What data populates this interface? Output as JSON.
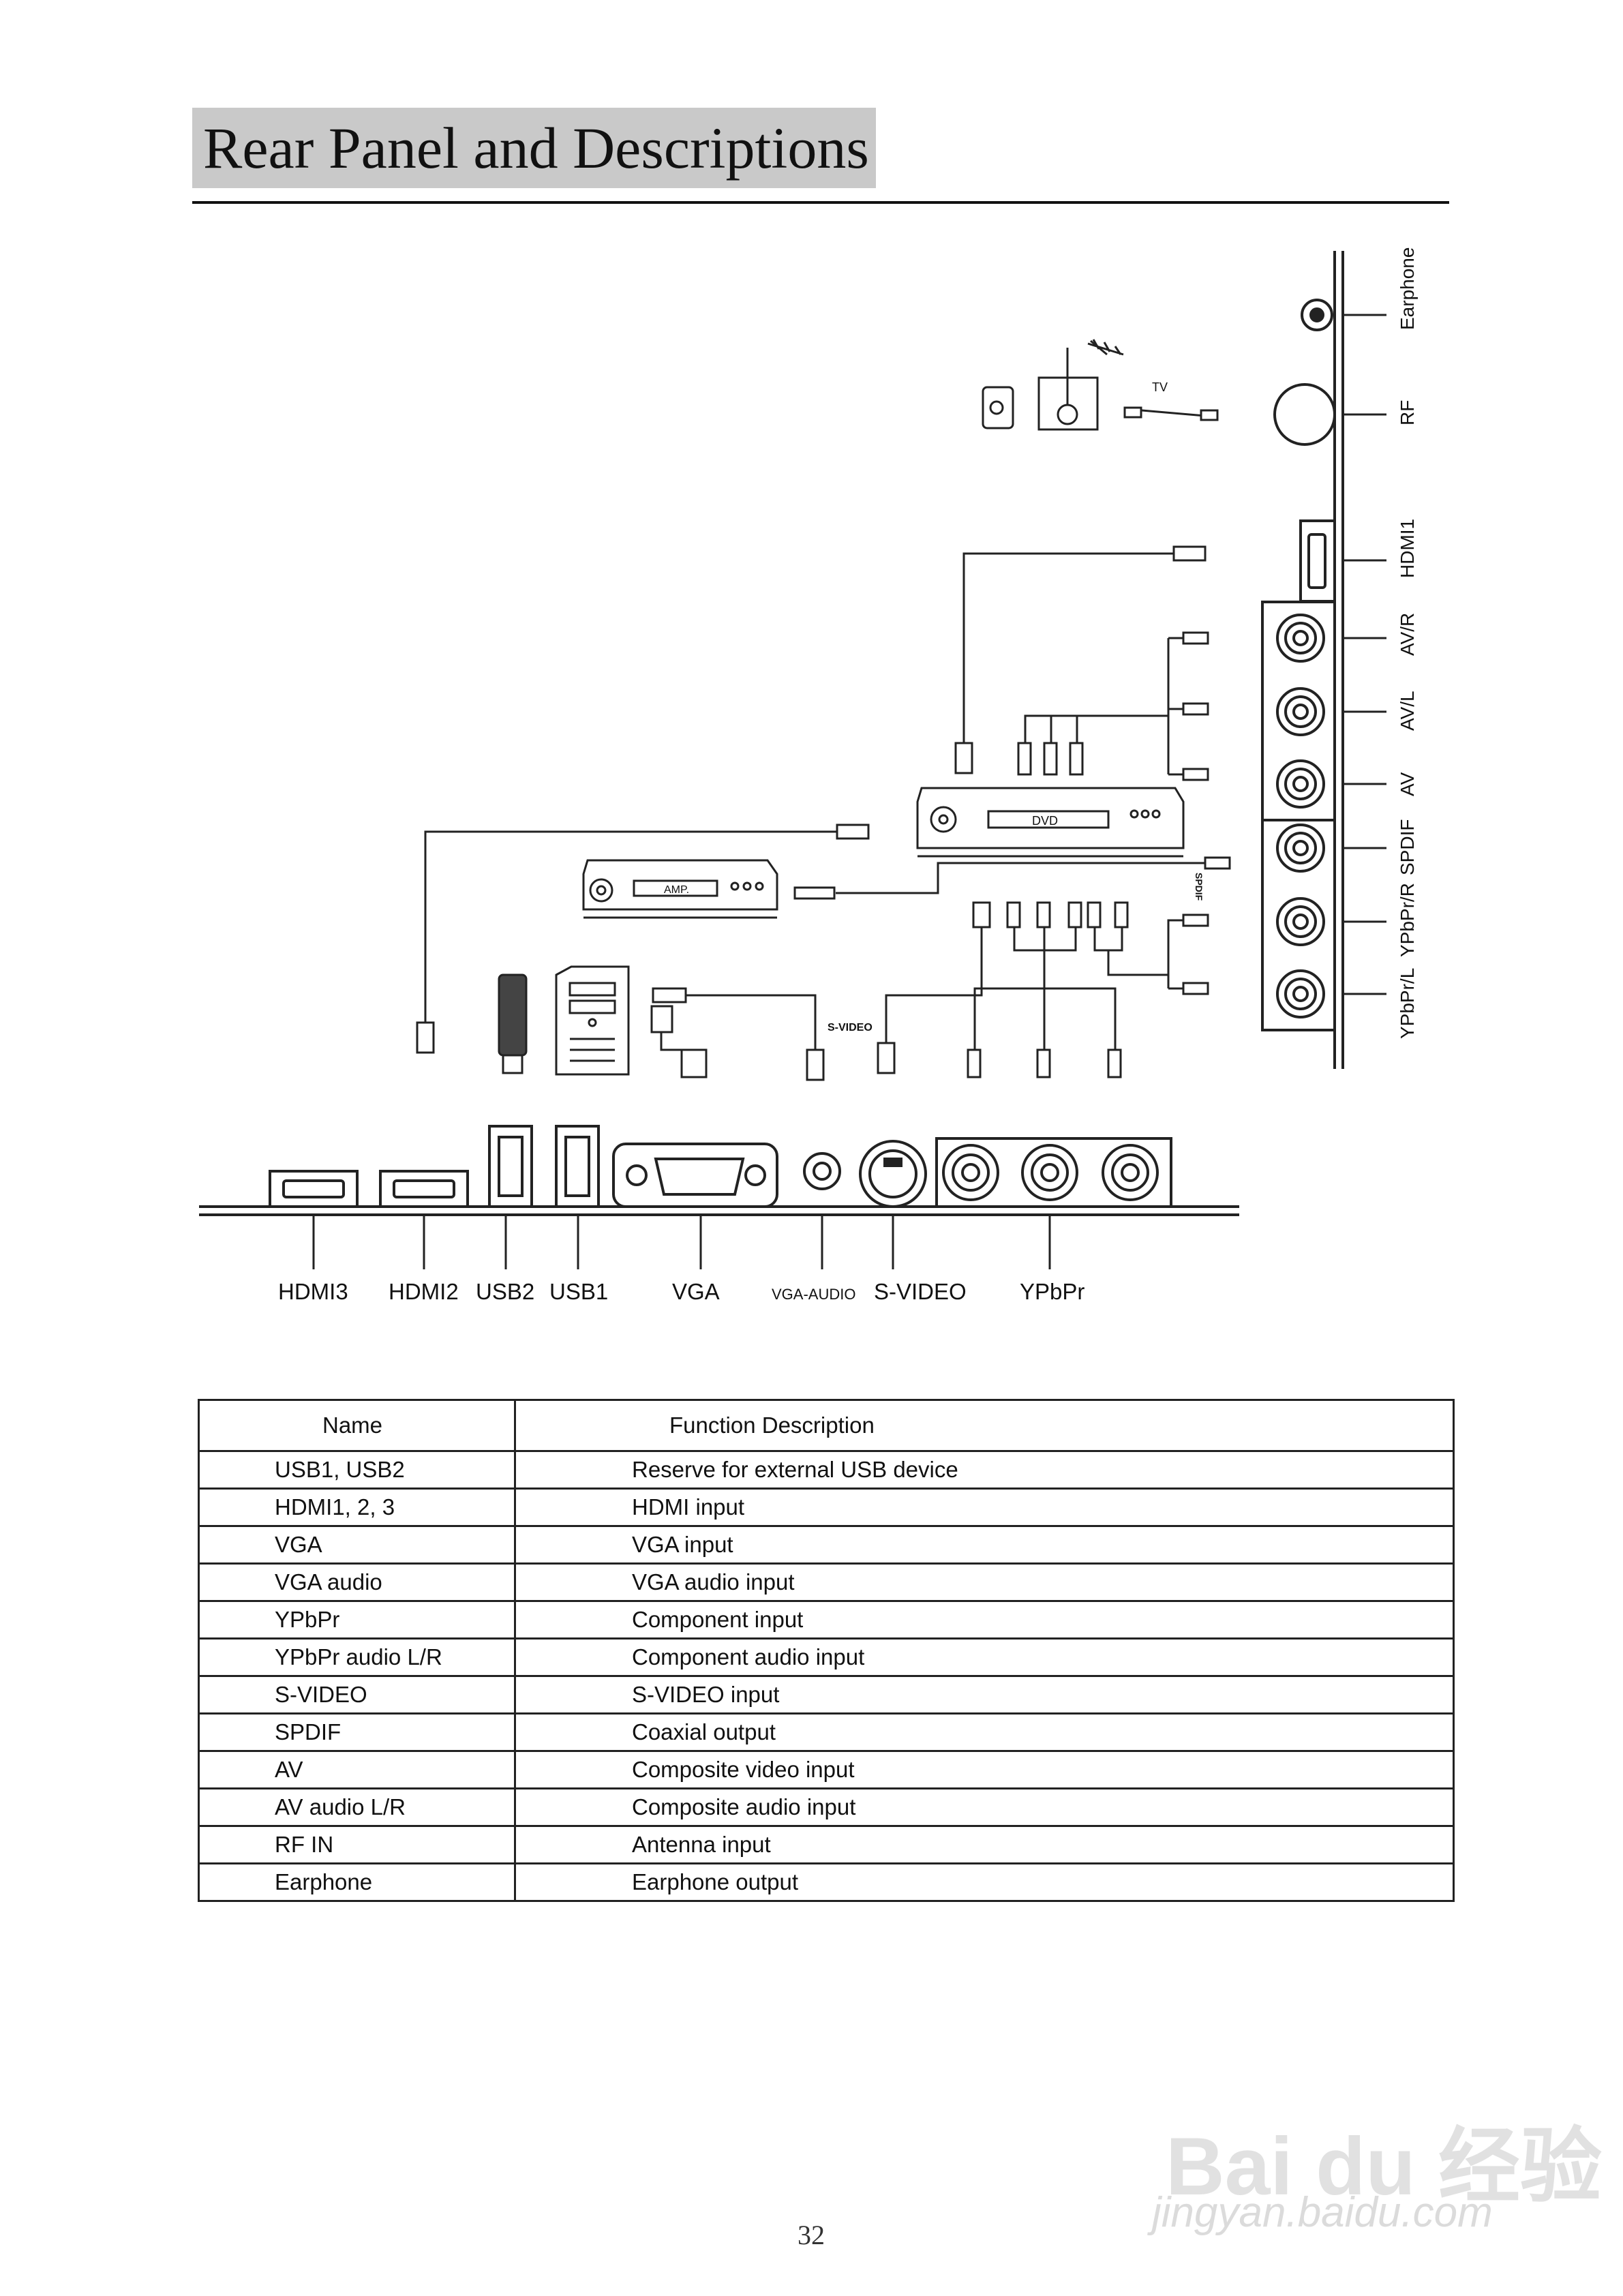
{
  "page": {
    "title": "Rear Panel and Descriptions",
    "page_number": "32"
  },
  "diagram": {
    "bottom_ports": [
      "HDMI3",
      "HDMI2",
      "USB2",
      "USB1",
      "VGA",
      "VGA-AUDIO",
      "S-VIDEO",
      "YPbPr"
    ],
    "side_ports": [
      "Earphone",
      "RF",
      "HDMI1",
      "AV/R",
      "AV/L",
      "AV",
      "SPDIF",
      "YPbPr/R",
      "YPbPr/L"
    ],
    "device_labels": {
      "tv": "TV",
      "dvd": "DVD",
      "amp": "AMP.",
      "spdif_cable": "SPDIF",
      "svideo_cable": "S-VIDEO"
    }
  },
  "table": {
    "headers": [
      "Name",
      "Function Description"
    ],
    "rows": [
      [
        "USB1, USB2",
        "Reserve for external USB device"
      ],
      [
        "HDMI1, 2, 3",
        "HDMI input"
      ],
      [
        "VGA",
        "VGA input"
      ],
      [
        "VGA audio",
        "VGA audio input"
      ],
      [
        "YPbPr",
        "Component input"
      ],
      [
        "YPbPr audio L/R",
        "Component audio input"
      ],
      [
        "S-VIDEO",
        "S-VIDEO input"
      ],
      [
        "SPDIF",
        "Coaxial output"
      ],
      [
        "AV",
        "Composite video input"
      ],
      [
        "AV audio L/R",
        "Composite audio input"
      ],
      [
        "RF IN",
        "Antenna input"
      ],
      [
        "Earphone",
        "Earphone output"
      ]
    ]
  },
  "watermark": {
    "logo": "Bai du 经验",
    "url": "jingyan.baidu.com"
  }
}
